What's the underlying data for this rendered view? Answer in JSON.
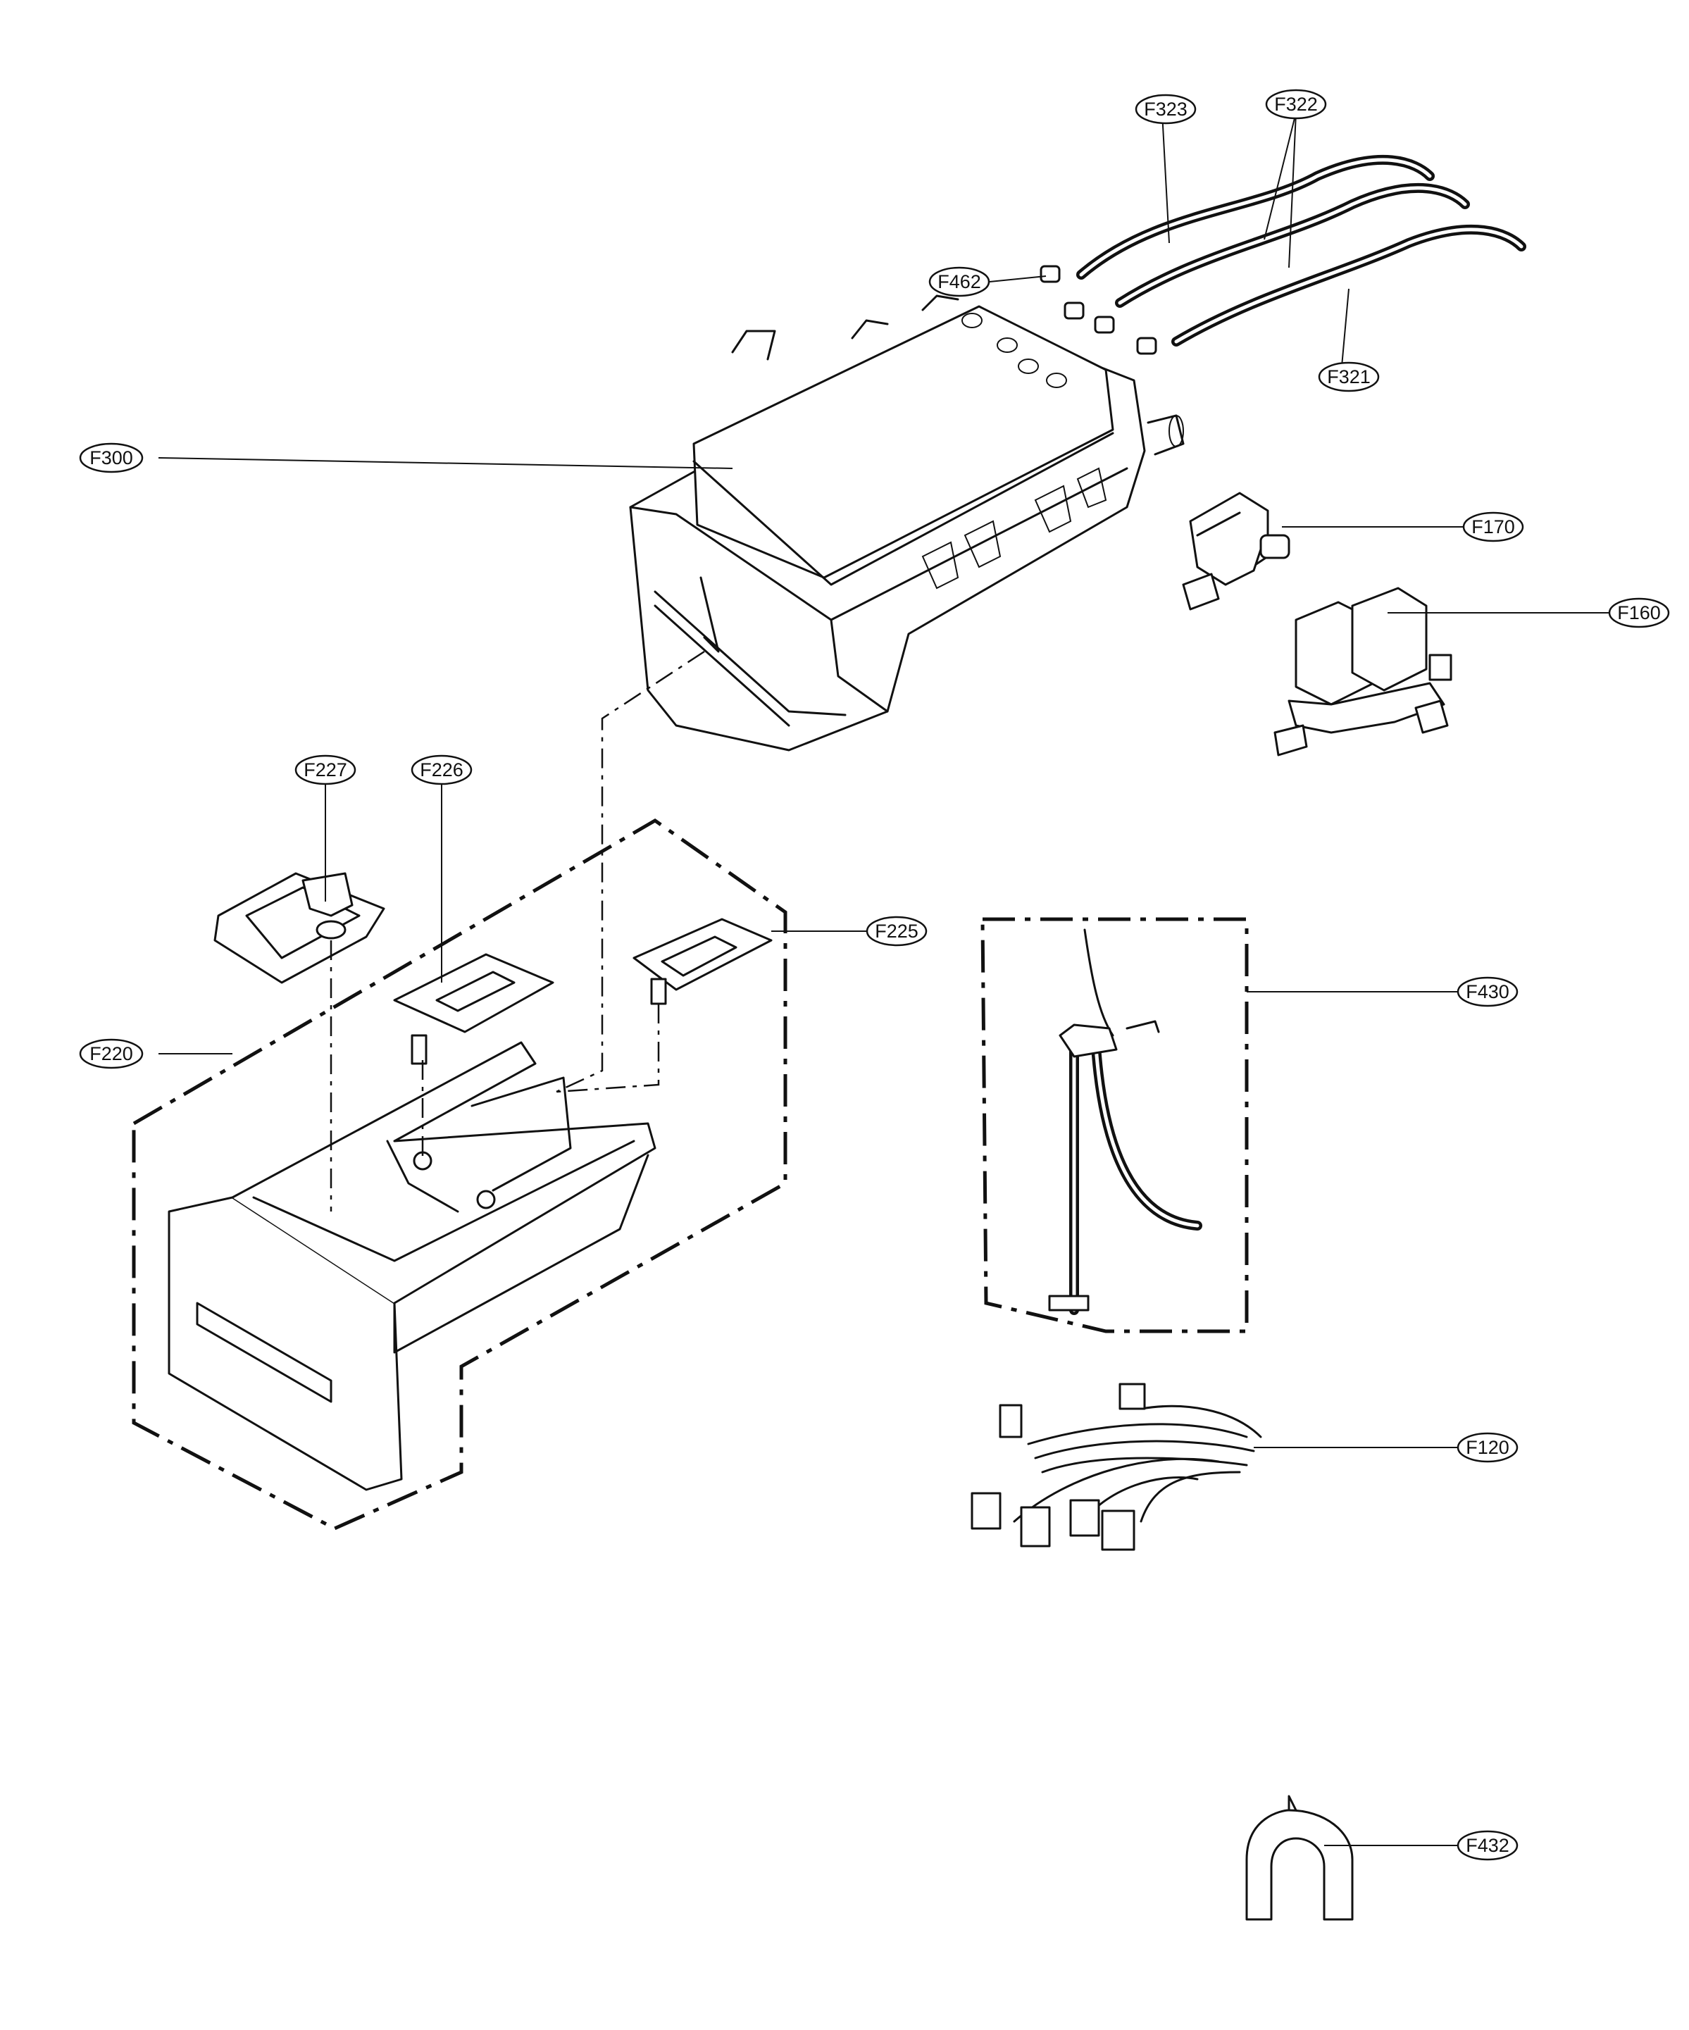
{
  "diagram": {
    "callouts": [
      {
        "id": "F323",
        "label": "F323"
      },
      {
        "id": "F322",
        "label": "F322"
      },
      {
        "id": "F462",
        "label": "F462"
      },
      {
        "id": "F321",
        "label": "F321"
      },
      {
        "id": "F300",
        "label": "F300"
      },
      {
        "id": "F170",
        "label": "F170"
      },
      {
        "id": "F160",
        "label": "F160"
      },
      {
        "id": "F227",
        "label": "F227"
      },
      {
        "id": "F226",
        "label": "F226"
      },
      {
        "id": "F225",
        "label": "F225"
      },
      {
        "id": "F430",
        "label": "F430"
      },
      {
        "id": "F220",
        "label": "F220"
      },
      {
        "id": "F120",
        "label": "F120"
      },
      {
        "id": "F432",
        "label": "F432"
      }
    ]
  },
  "colors": {
    "line": "#111111",
    "background": "#ffffff"
  }
}
